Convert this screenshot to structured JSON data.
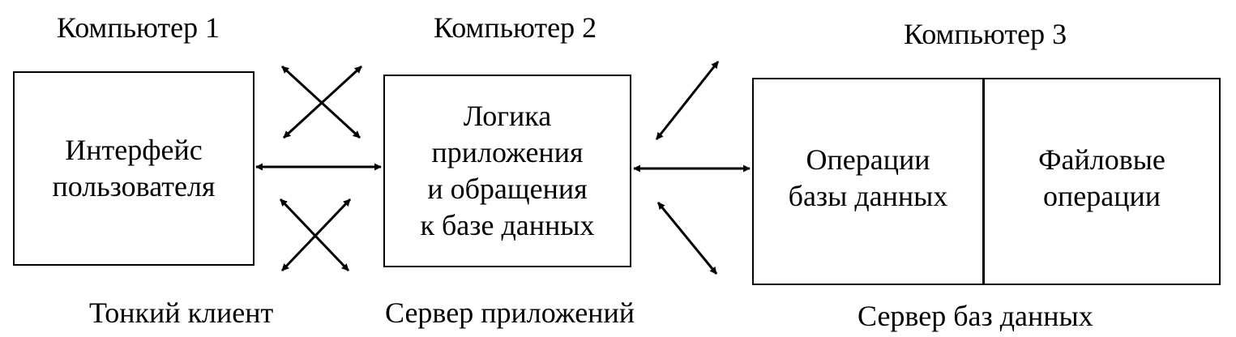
{
  "computers": [
    {
      "title": "Компьютер 1",
      "caption": "Тонкий клиент"
    },
    {
      "title": "Компьютер 2",
      "caption": "Сервер приложений"
    },
    {
      "title": "Компьютер 3",
      "caption": "Сервер баз данных"
    }
  ],
  "boxes": {
    "client": {
      "lines": [
        "Интерфейс",
        "пользователя"
      ]
    },
    "app_server": {
      "lines": [
        "Логика",
        "приложения",
        "и обращения",
        "к базе данных"
      ]
    },
    "db_ops": {
      "lines": [
        "Операции",
        "базы данных"
      ]
    },
    "file_ops": {
      "lines": [
        "Файловые",
        "операции"
      ]
    }
  }
}
